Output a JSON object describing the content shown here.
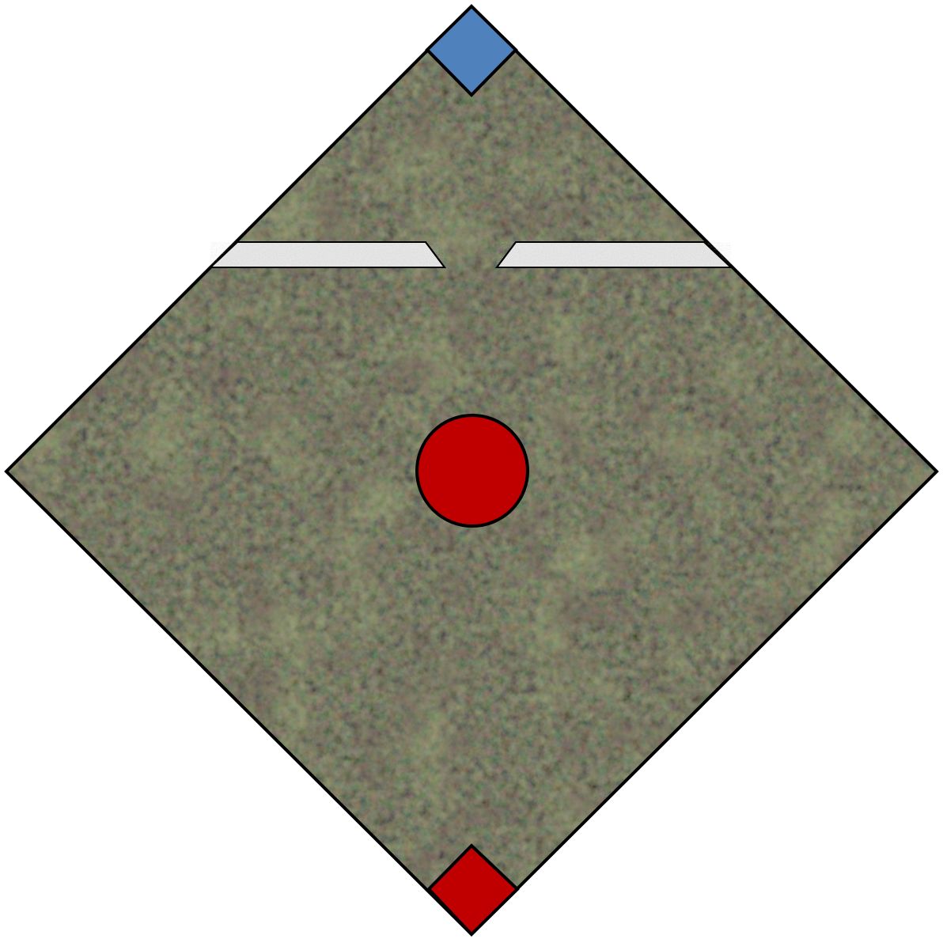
{
  "map": {
    "shape": "diamond",
    "terrain": "grass-dirt",
    "colors": {
      "background": "#ffffff",
      "outline": "#000000",
      "grass_base": "#4a3a2c",
      "grass_green": "#5f6a35",
      "grass_dark": "#2c1d1c",
      "grass_tan": "#8a6a4a",
      "wall_fill": "#e6e6e6"
    }
  },
  "walls": [
    {
      "name": "left-wall",
      "color": "#e6e6e6"
    },
    {
      "name": "right-wall",
      "color": "#e6e6e6"
    }
  ],
  "objective": {
    "name": "center-objective",
    "color": "#c00000"
  },
  "deployment_zones": [
    {
      "name": "blue-zone",
      "color": "#4f81bd"
    },
    {
      "name": "red-zone",
      "color": "#c00000"
    }
  ]
}
